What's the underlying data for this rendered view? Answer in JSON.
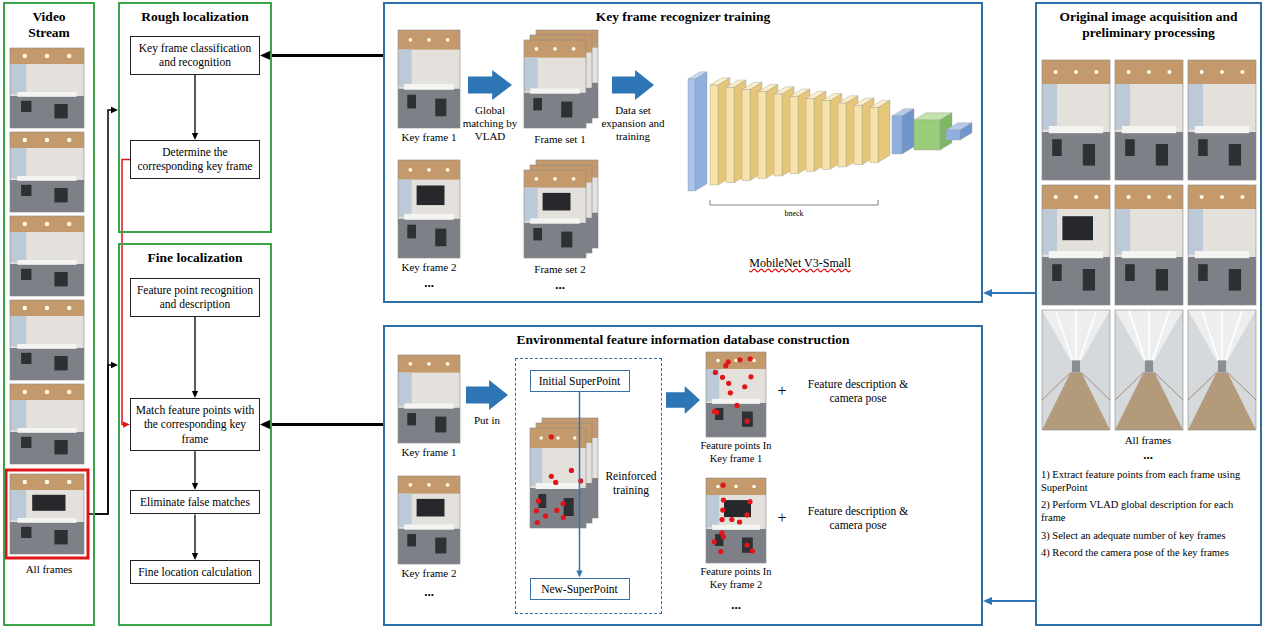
{
  "diagram": {
    "nodes": [
      {
        "text": [
          "Video Stream"
        ]
      },
      {
        "text": [
          "Rough localization"
        ]
      },
      {
        "text": [
          "Key frame classification and recognition"
        ],
        "in": 1
      },
      {
        "text": [
          "Determine the corresponding key frame"
        ],
        "in": 1
      },
      {
        "text": [
          "Fine localization"
        ]
      },
      {
        "text": [
          "Feature point recognition and description"
        ],
        "in": 4
      },
      {
        "text": [
          "Match feature points with the corresponding key frame"
        ],
        "in": 4
      },
      {
        "text": [
          "Eliminate false matches"
        ],
        "in": 4
      },
      {
        "text": [
          "Fine location calculation"
        ],
        "in": 4
      },
      {
        "text": [
          "Key frame recognizer training"
        ]
      },
      {
        "text": [
          "Environmental feature information database construction"
        ]
      },
      {
        "text": [
          "Reinforced training"
        ],
        "in": 10
      },
      {
        "text": [
          "Initial SuperPoint"
        ],
        "in": 11
      },
      {
        "text": [
          "New-SuperPoint"
        ],
        "in": 11
      },
      {
        "text": [
          "Original image acquisition and preliminary processing"
        ]
      }
    ],
    "edges": [
      {
        "from": 0,
        "to": 1,
        "arrow": "to"
      },
      {
        "from": 0,
        "to": 4,
        "arrow": "to"
      },
      {
        "from": 9,
        "to": 2,
        "arrow": "to"
      },
      {
        "from": 2,
        "to": 3,
        "arrow": "to"
      },
      {
        "from": 3,
        "to": 6,
        "arrow": "to"
      },
      {
        "from": 5,
        "to": 6,
        "arrow": "to"
      },
      {
        "from": 6,
        "to": 7,
        "arrow": "to"
      },
      {
        "from": 7,
        "to": 8,
        "arrow": "to"
      },
      {
        "from": 10,
        "to": 6,
        "arrow": "to"
      },
      {
        "from": 14,
        "to": 9,
        "arrow": "to"
      },
      {
        "from": 14,
        "to": 10,
        "arrow": "to"
      },
      {
        "from": 12,
        "to": 13,
        "arrow": "to"
      }
    ],
    "labels": [
      "All frames",
      "Key frame 1",
      "Key frame 2",
      "...",
      "Global matching by VLAD",
      "Frame set 1",
      "Frame set 2",
      "...",
      "Data set expansion and training",
      "bneck",
      "MobileNet V3-Small",
      "Key frame 1",
      "Key frame 2",
      "...",
      "Put in",
      "Feature points In Key frame 1",
      "+",
      "Feature description & camera pose",
      "Feature points In Key frame 2",
      "+",
      "Feature description & camera pose",
      "...",
      "All frames",
      "...",
      "1) Extract feature points from each frame using SuperPoint",
      "2) Perform VLAD global description for each frame",
      "3) Select an adequate number of key frames",
      "4) Record the camera pose of the key frames"
    ]
  }
}
